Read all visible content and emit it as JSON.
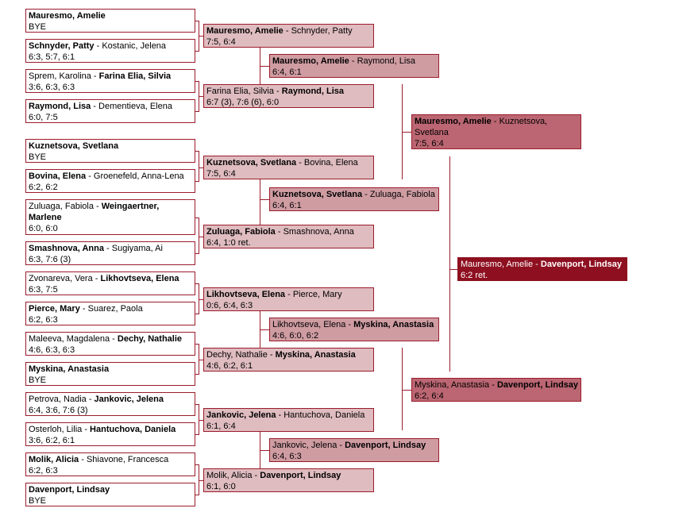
{
  "colors": {
    "line": "#9b1b2b",
    "round1": "#ffffff",
    "round2": "#dfbcc0",
    "round3": "#cf9ca2",
    "round4": "#bb6672",
    "final": "#8e1020"
  },
  "separator": " - ",
  "rounds": [
    {
      "name": "round-1",
      "matches": [
        {
          "p1": "Mauresmo, Amelie",
          "p2": "",
          "winner": 1,
          "score": "BYE"
        },
        {
          "p1": "Schnyder, Patty",
          "p2": "Kostanic, Jelena",
          "winner": 1,
          "score": "6:3, 5:7, 6:1"
        },
        {
          "p1": "Sprem, Karolina",
          "p2": "Farina Elia, Silvia",
          "winner": 2,
          "score": "3:6, 6:3, 6:3"
        },
        {
          "p1": "Raymond, Lisa",
          "p2": "Dementieva, Elena",
          "winner": 1,
          "score": "6:0, 7:5"
        },
        {
          "p1": "Kuznetsova, Svetlana",
          "p2": "",
          "winner": 1,
          "score": "BYE"
        },
        {
          "p1": "Bovina, Elena",
          "p2": "Groenefeld, Anna-Lena",
          "winner": 1,
          "score": "6:2, 6:2"
        },
        {
          "p1": "Zuluaga, Fabiola",
          "p2": "Weingaertner, Marlene",
          "winner": 2,
          "score": "6:0, 6:0"
        },
        {
          "p1": "Smashnova, Anna",
          "p2": "Sugiyama, Ai",
          "winner": 1,
          "score": "6:3, 7:6 (3)"
        },
        {
          "p1": "Zvonareva, Vera",
          "p2": "Likhovtseva, Elena",
          "winner": 2,
          "score": "6:3, 7:5"
        },
        {
          "p1": "Pierce, Mary",
          "p2": "Suarez, Paola",
          "winner": 1,
          "score": "6:2, 6:3"
        },
        {
          "p1": "Maleeva, Magdalena",
          "p2": "Dechy, Nathalie",
          "winner": 2,
          "score": "4:6, 6:3, 6:3"
        },
        {
          "p1": "Myskina, Anastasia",
          "p2": "",
          "winner": 1,
          "score": "BYE"
        },
        {
          "p1": "Petrova, Nadia",
          "p2": "Jankovic, Jelena",
          "winner": 2,
          "score": "6:4, 3:6, 7:6 (3)"
        },
        {
          "p1": "Osterloh, Lilia",
          "p2": "Hantuchova, Daniela",
          "winner": 2,
          "score": "3:6, 6:2, 6:1"
        },
        {
          "p1": "Molik, Alicia",
          "p2": "Shiavone, Francesca",
          "winner": 1,
          "score": "6:2, 6:3"
        },
        {
          "p1": "Davenport, Lindsay",
          "p2": "",
          "winner": 1,
          "score": "BYE"
        }
      ]
    },
    {
      "name": "round-2",
      "matches": [
        {
          "p1": "Mauresmo, Amelie",
          "p2": "Schnyder, Patty",
          "winner": 1,
          "score": "7:5, 6:4"
        },
        {
          "p1": "Farina Elia, Silvia",
          "p2": "Raymond, Lisa",
          "winner": 2,
          "score": "6:7 (3), 7:6 (6), 6:0"
        },
        {
          "p1": "Kuznetsova, Svetlana",
          "p2": "Bovina, Elena",
          "winner": 1,
          "score": "7:5, 6:4"
        },
        {
          "p1": "Zuluaga, Fabiola",
          "p2": "Smashnova, Anna",
          "winner": 1,
          "score": "6:4, 1:0 ret."
        },
        {
          "p1": "Likhovtseva, Elena",
          "p2": "Pierce, Mary",
          "winner": 1,
          "score": "0:6, 6:4, 6:3"
        },
        {
          "p1": "Dechy, Nathalie",
          "p2": "Myskina, Anastasia",
          "winner": 2,
          "score": "4:6, 6:2, 6:1"
        },
        {
          "p1": "Jankovic, Jelena",
          "p2": "Hantuchova, Daniela",
          "winner": 1,
          "score": "6:1, 6:4"
        },
        {
          "p1": "Molik, Alicia",
          "p2": "Davenport, Lindsay",
          "winner": 2,
          "score": "6:1, 6:0"
        }
      ]
    },
    {
      "name": "round-3",
      "matches": [
        {
          "p1": "Mauresmo, Amelie",
          "p2": "Raymond, Lisa",
          "winner": 1,
          "score": "6:4, 6:1"
        },
        {
          "p1": "Kuznetsova, Svetlana",
          "p2": "Zuluaga, Fabiola",
          "winner": 1,
          "score": "6:4, 6:1"
        },
        {
          "p1": "Likhovtseva, Elena",
          "p2": "Myskina, Anastasia",
          "winner": 2,
          "score": "4:6, 6:0, 6:2"
        },
        {
          "p1": "Jankovic, Jelena",
          "p2": "Davenport, Lindsay",
          "winner": 2,
          "score": "6:4, 6:3"
        }
      ]
    },
    {
      "name": "semifinal",
      "matches": [
        {
          "p1": "Mauresmo, Amelie",
          "p2": "Kuznetsova, Svetlana",
          "winner": 1,
          "score": "7:5, 6:4"
        },
        {
          "p1": "Myskina, Anastasia",
          "p2": "Davenport, Lindsay",
          "winner": 2,
          "score": "6:2, 6:4"
        }
      ]
    },
    {
      "name": "final",
      "matches": [
        {
          "p1": "Mauresmo, Amelie",
          "p2": "Davenport, Lindsay",
          "winner": 2,
          "score": "6:2 ret."
        }
      ]
    }
  ]
}
